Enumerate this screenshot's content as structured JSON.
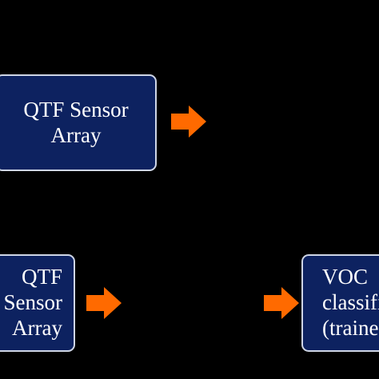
{
  "colors": {
    "background": "#000000",
    "box_fill": "#0d2260",
    "box_border": "#cfd6e6",
    "box_text": "#ffffff",
    "arrow": "#ff6a00"
  },
  "diagram": {
    "top_box": {
      "line1": "QTF Sensor",
      "line2": "Array"
    },
    "bottom_left_box": {
      "line1": "QTF",
      "line2": "Sensor",
      "line3": "Array"
    },
    "bottom_right_box": {
      "line1": "VOC",
      "line2": "classifier",
      "line3": "(trained)"
    },
    "arrows": [
      {
        "icon": "right-arrow-icon"
      },
      {
        "icon": "right-arrow-icon"
      },
      {
        "icon": "right-arrow-icon"
      }
    ]
  }
}
